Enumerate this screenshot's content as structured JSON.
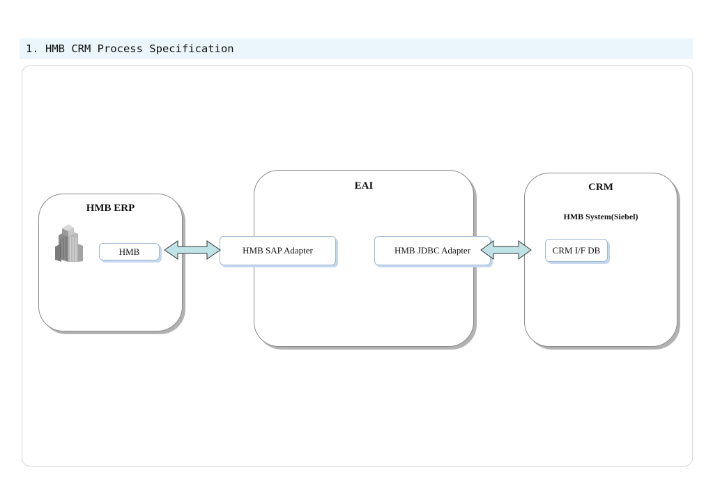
{
  "header": {
    "title": "1. HMB CRM Process Specification"
  },
  "diagram": {
    "erp": {
      "title": "HMB ERP",
      "node": "HMB",
      "icon": "building-icon"
    },
    "eai": {
      "title": "EAI",
      "sap_adapter": "HMB SAP Adapter",
      "jdbc_adapter": "HMB JDBC Adapter"
    },
    "crm": {
      "title": "CRM",
      "subtitle": "HMB System(Siebel)",
      "node": "CRM I/F DB"
    },
    "arrows": [
      {
        "from": "HMB",
        "to": "HMB SAP Adapter",
        "direction": "bidirectional"
      },
      {
        "from": "HMB JDBC Adapter",
        "to": "CRM I/F DB",
        "direction": "bidirectional"
      }
    ],
    "colors": {
      "arrow_fill": "#bfe2e6",
      "box_border": "#9fb7d1",
      "box_shadow": "#c5d7ee",
      "group_border": "#8a8a8a"
    }
  }
}
